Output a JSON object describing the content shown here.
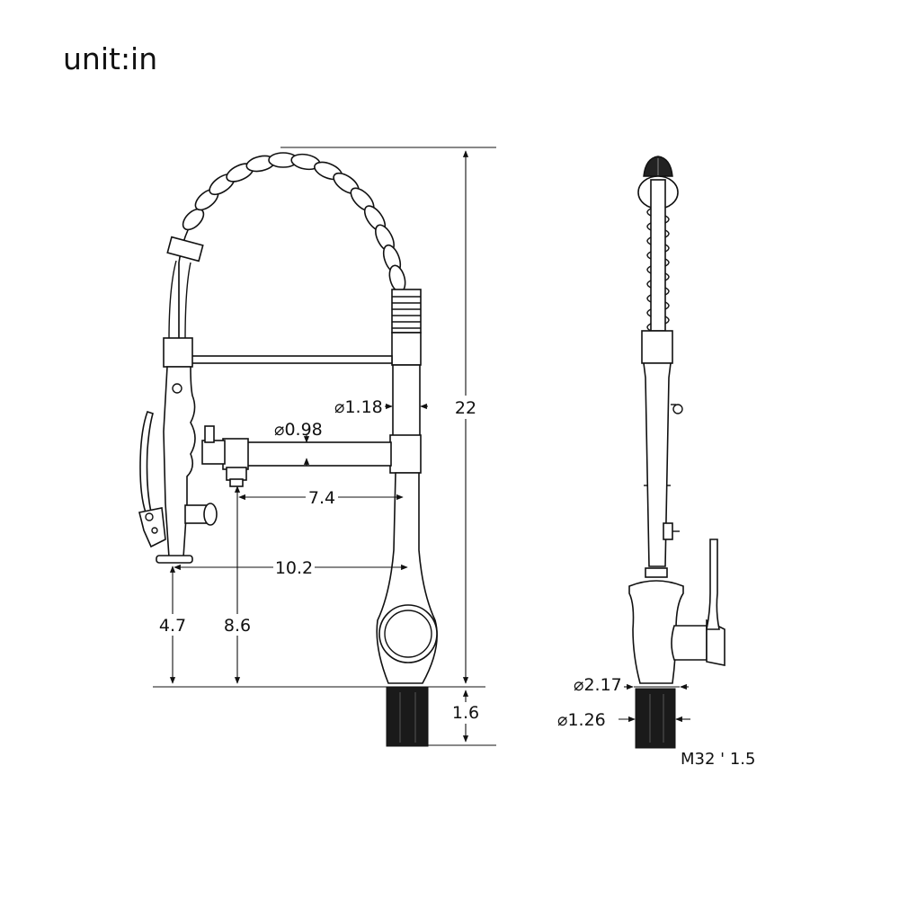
{
  "header": {
    "unit": "unit:in"
  },
  "dimensions": {
    "height_total": "22",
    "spout_dia": "⌀1.18",
    "arm_dia": "⌀0.98",
    "reach_inner": "7.4",
    "reach_outer": "10.2",
    "spray_height": "4.7",
    "arm_height": "8.6",
    "shank_length": "1.6",
    "base_dia": "⌀2.17",
    "shank_dia": "⌀1.26",
    "thread": "M32 ' 1.5"
  }
}
